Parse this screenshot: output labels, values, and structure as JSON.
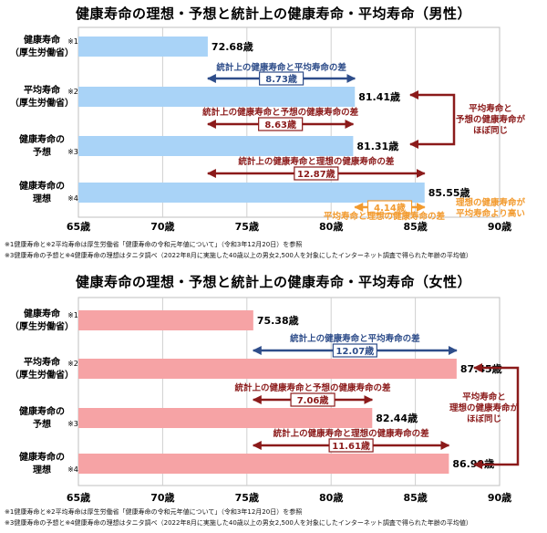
{
  "chart_data": [
    {
      "type": "bar",
      "title": "健康寿命の理想・予想と統計上の健康寿命・平均寿命（男性）",
      "categories": [
        {
          "line1": "健康寿命",
          "line2": "（厚生労働省）",
          "mark": "※1"
        },
        {
          "line1": "平均寿命",
          "line2": "（厚生労働省）",
          "mark": "※2"
        },
        {
          "line1": "健康寿命の",
          "line2": "予想",
          "mark": "※3"
        },
        {
          "line1": "健康寿命の",
          "line2": "理想",
          "mark": "※4"
        }
      ],
      "values": [
        72.68,
        81.41,
        81.31,
        85.55
      ],
      "value_labels": [
        "72.68歳",
        "81.41歳",
        "81.31歳",
        "85.55歳"
      ],
      "xlim": [
        65,
        90
      ],
      "ticks": [
        65,
        70,
        75,
        80,
        85,
        90
      ],
      "tick_labels": [
        "65歳",
        "70歳",
        "75歳",
        "80歳",
        "85歳",
        "90歳"
      ],
      "grid": true,
      "annotations": [
        {
          "label": "統計上の健康寿命と平均寿命の差",
          "diff": "8.73歳",
          "from": 72.68,
          "to": 81.41,
          "color": "#2e4d8a"
        },
        {
          "label": "統計上の健康寿命と予想の健康寿命の差",
          "diff": "8.63歳",
          "from": 72.68,
          "to": 81.31,
          "color": "#8b1a1a"
        },
        {
          "label": "統計上の健康寿命と理想の健康寿命の差",
          "diff": "12.87歳",
          "from": 72.68,
          "to": 85.55,
          "color": "#8b1a1a"
        },
        {
          "label": "平均寿命と理想の健康寿命の差",
          "diff": "4.14歳",
          "from": 81.41,
          "to": 85.55,
          "color": "#f29a2e"
        }
      ],
      "side_notes": [
        {
          "lines": [
            "平均寿命と",
            "予想の健康寿命が",
            "ほぼ同じ"
          ],
          "color": "#8b1a1a"
        },
        {
          "lines": [
            "理想の健康寿命が",
            "平均寿命より高い"
          ],
          "color": "#f29a2e"
        }
      ],
      "footnotes": [
        "※1健康寿命と※2平均寿命は厚生労働省「健康寿命の令和元年値について」（令和3年12月20日）を参照",
        "※3健康寿命の予想と※4健康寿命の理想はタニタ調べ（2022年8月に実施した40歳以上の男女2,500人を対象にしたインターネット調査で得られた年齢の平均値）"
      ]
    },
    {
      "type": "bar",
      "title": "健康寿命の理想・予想と統計上の健康寿命・平均寿命（女性）",
      "categories": [
        {
          "line1": "健康寿命",
          "line2": "（厚生労働省）",
          "mark": "※1"
        },
        {
          "line1": "平均寿命",
          "line2": "（厚生労働省）",
          "mark": "※2"
        },
        {
          "line1": "健康寿命の",
          "line2": "予想",
          "mark": "※3"
        },
        {
          "line1": "健康寿命の",
          "line2": "理想",
          "mark": "※4"
        }
      ],
      "values": [
        75.38,
        87.45,
        82.44,
        86.99
      ],
      "value_labels": [
        "75.38歳",
        "87.45歳",
        "82.44歳",
        "86.99歳"
      ],
      "xlim": [
        65,
        90
      ],
      "ticks": [
        65,
        70,
        75,
        80,
        85,
        90
      ],
      "tick_labels": [
        "65歳",
        "70歳",
        "75歳",
        "80歳",
        "85歳",
        "90歳"
      ],
      "grid": true,
      "annotations": [
        {
          "label": "統計上の健康寿命と平均寿命の差",
          "diff": "12.07歳",
          "from": 75.38,
          "to": 87.45,
          "color": "#2e4d8a"
        },
        {
          "label": "統計上の健康寿命と予想の健康寿命の差",
          "diff": "7.06歳",
          "from": 75.38,
          "to": 82.44,
          "color": "#8b1a1a"
        },
        {
          "label": "統計上の健康寿命と理想の健康寿命の差",
          "diff": "11.61歳",
          "from": 75.38,
          "to": 86.99,
          "color": "#8b1a1a"
        }
      ],
      "side_notes": [
        {
          "lines": [
            "平均寿命と",
            "理想の健康寿命が",
            "ほぼ同じ"
          ],
          "color": "#8b1a1a"
        }
      ],
      "footnotes": [
        "※1健康寿命と※2平均寿命は厚生労働省「健康寿命の令和元年値について」（令和3年12月20日）を参照",
        "※3健康寿命の予想と※4健康寿命の理想はタニタ調べ（2022年8月に実施した40歳以上の男女2,500人を対象にしたインターネット調査で得られた年齢の平均値）"
      ]
    }
  ],
  "colors": {
    "male_bar": "#a9d3f7",
    "female_bar": "#f6a3a5",
    "plot_border": "#bfbfbf",
    "grid": "#d0d0d0",
    "blue_annotation": "#2e4d8a",
    "red_annotation": "#8b1a1a",
    "orange_annotation": "#f29a2e"
  }
}
